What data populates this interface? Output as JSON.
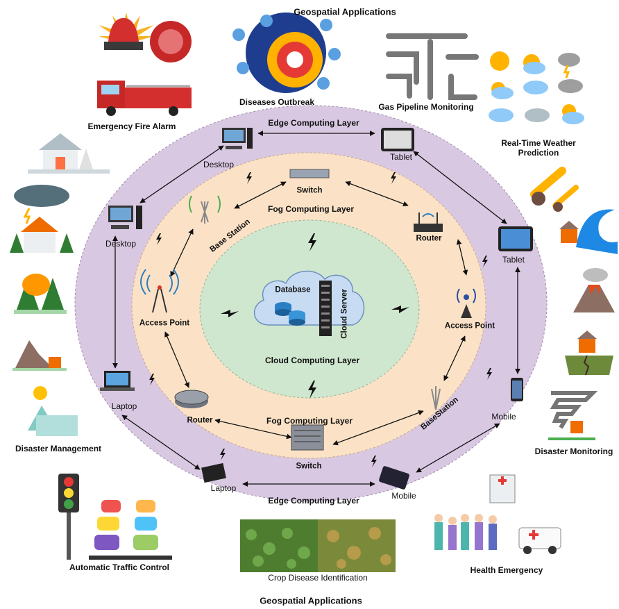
{
  "colors": {
    "edge_ring": "#d9c8e2",
    "fog_ring": "#fbe2c6",
    "cloud_core": "#cfe6cf",
    "cloud_shape": "#c7dcf3",
    "arrow": "#111111"
  },
  "titles": {
    "top": "Geospatial Applications",
    "bottom": "Geospatial Applications"
  },
  "layers": {
    "edge_top": "Edge Computing Layer",
    "edge_bottom": "Edge Computing Layer",
    "fog_top": "Fog Computing Layer",
    "fog_bottom": "Fog Computing Layer",
    "cloud": "Cloud Computing Layer"
  },
  "cloud": {
    "database": "Database",
    "server": "Cloud Server"
  },
  "edge_nodes": {
    "desktop_top": "Desktop",
    "desktop_left": "Desktop",
    "tablet_top": "Tablet",
    "tablet_right": "Tablet",
    "laptop_left": "Laptop",
    "laptop_bottom": "Laptop",
    "mobile_right": "Mobile",
    "mobile_bottom": "Mobile"
  },
  "fog_nodes": {
    "switch_top": "Switch",
    "switch_bottom": "Switch",
    "router_top": "Router",
    "router_bottom": "Router",
    "base_station_left": "Base Station",
    "base_station_right": "BaseStation",
    "access_point_left": "Access Point",
    "access_point_right": "Access Point"
  },
  "applications": {
    "diseases_outbreak": "Diseases Outbreak",
    "gas_pipeline": "Gas Pipeline Monitoring",
    "fire_alarm": "Emergency Fire Alarm",
    "weather_line1": "Real-Time Weather",
    "weather_line2": "Prediction",
    "disaster_management": "Disaster Management",
    "disaster_monitoring": "Disaster Monitoring",
    "traffic": "Automatic Traffic Control",
    "crop": "Crop Disease Identification",
    "health": "Health Emergency"
  }
}
